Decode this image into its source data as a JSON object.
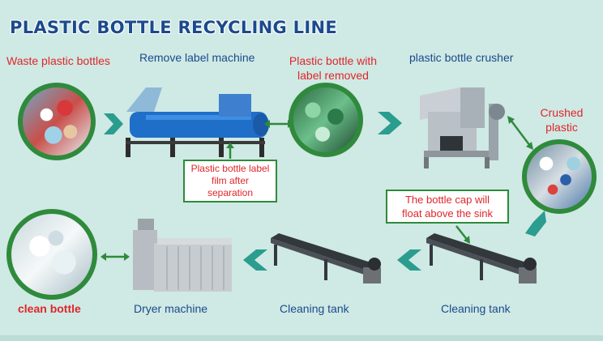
{
  "title": "PLASTIC BOTTLE RECYCLING LINE",
  "steps": {
    "waste": "Waste plastic bottles",
    "remove_label": "Remove label machine",
    "removed_line1": "Plastic bottle with",
    "removed_line2": "label removed",
    "crusher": "plastic bottle crusher",
    "crushed_line1": "Crushed",
    "crushed_line2": "plastic",
    "cleaning_tank_right": "Cleaning tank",
    "cleaning_tank_mid": "Cleaning tank",
    "dryer": "Dryer machine",
    "clean": "clean bottle"
  },
  "notes": {
    "label_film_line1": "Plastic bottle label",
    "label_film_line2": "film after separation",
    "cap_line1": "The bottle cap will",
    "cap_line2": "float above the sink"
  },
  "colors": {
    "background": "#cfe9e4",
    "arrow": "#2a9d8f",
    "ring": "#2f8a3c",
    "title": "#1b4a8c",
    "red_label": "#e0262a"
  }
}
